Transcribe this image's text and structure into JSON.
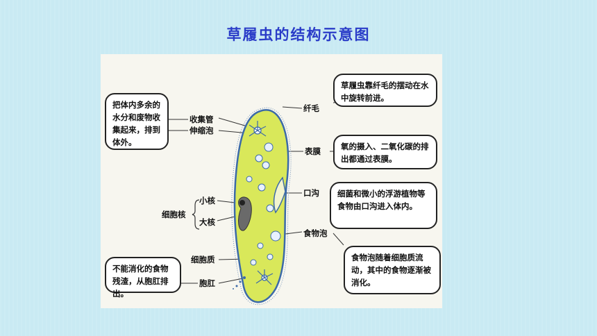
{
  "title": "草履虫的结构示意图",
  "labels": {
    "cilia": "纤毛",
    "collecting_tube": "收集管",
    "contractile_vacuole": "伸缩泡",
    "membrane": "表膜",
    "oral_groove": "口沟",
    "nucleus_group": "细胞核",
    "micronucleus": "小核",
    "macronucleus": "大核",
    "food_vacuole": "食物泡",
    "cytoplasm": "细胞质",
    "anal_pore": "胞肛"
  },
  "callouts": {
    "excretion": "把体内多余的水分和废物收集起来，排到体外。",
    "cilia": "草履虫靠纤毛的摆动在水中旋转前进。",
    "membrane": "氧的摄入、二氧化碳的排出都通过表膜。",
    "oral_groove": "细菌和微小的浮游植物等食物由口沟进入体内。",
    "food_vacuole": "食物泡随着细胞质流动，其中的食物逐渐被消化。",
    "anal_pore": "不能消化的食物残渣，从胞肛排出。"
  },
  "colors": {
    "title": "#2a3cc8",
    "background": "#c9eaf3",
    "body_fill": "#d9e85a",
    "body_outline": "#3c6aa8"
  }
}
